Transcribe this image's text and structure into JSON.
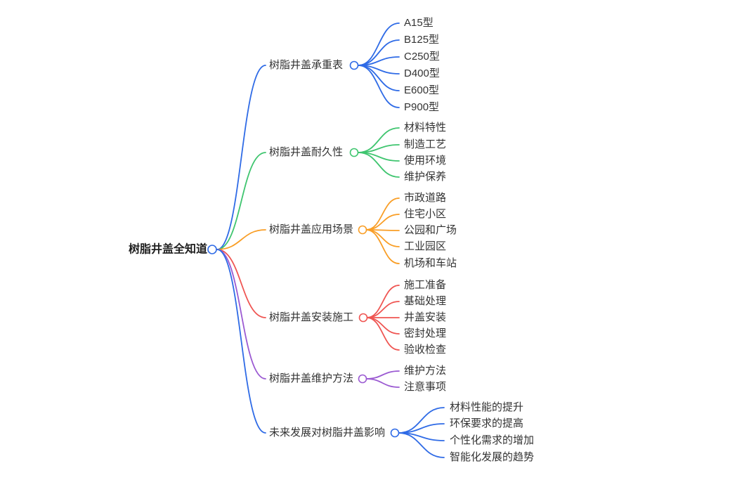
{
  "title": "树脂井盖全知道",
  "mindmap": {
    "root": {
      "label": "树脂井盖全知道",
      "color": "#2f6be6"
    },
    "branches": [
      {
        "label": "树脂井盖承重表",
        "color": "#2f6be6",
        "children": [
          {
            "label": "A15型"
          },
          {
            "label": "B125型"
          },
          {
            "label": "C250型"
          },
          {
            "label": "D400型"
          },
          {
            "label": "E600型"
          },
          {
            "label": "P900型"
          }
        ]
      },
      {
        "label": "树脂井盖耐久性",
        "color": "#3fc56f",
        "children": [
          {
            "label": "材料特性"
          },
          {
            "label": "制造工艺"
          },
          {
            "label": "使用环境"
          },
          {
            "label": "维护保养"
          }
        ]
      },
      {
        "label": "树脂井盖应用场景",
        "color": "#f99e26",
        "children": [
          {
            "label": "市政道路"
          },
          {
            "label": "住宅小区"
          },
          {
            "label": "公园和广场"
          },
          {
            "label": "工业园区"
          },
          {
            "label": "机场和车站"
          }
        ]
      },
      {
        "label": "树脂井盖安装施工",
        "color": "#ef5552",
        "children": [
          {
            "label": "施工准备"
          },
          {
            "label": "基础处理"
          },
          {
            "label": "井盖安装"
          },
          {
            "label": "密封处理"
          },
          {
            "label": "验收检查"
          }
        ]
      },
      {
        "label": "树脂井盖维护方法",
        "color": "#9b5ad2",
        "children": [
          {
            "label": "维护方法"
          },
          {
            "label": "注意事项"
          }
        ]
      },
      {
        "label": "未来发展对树脂井盖影响",
        "color": "#2f6be6",
        "children": [
          {
            "label": "材料性能的提升"
          },
          {
            "label": "环保要求的提高"
          },
          {
            "label": "个性化需求的增加"
          },
          {
            "label": "智能化发展的趋势"
          }
        ]
      }
    ]
  }
}
